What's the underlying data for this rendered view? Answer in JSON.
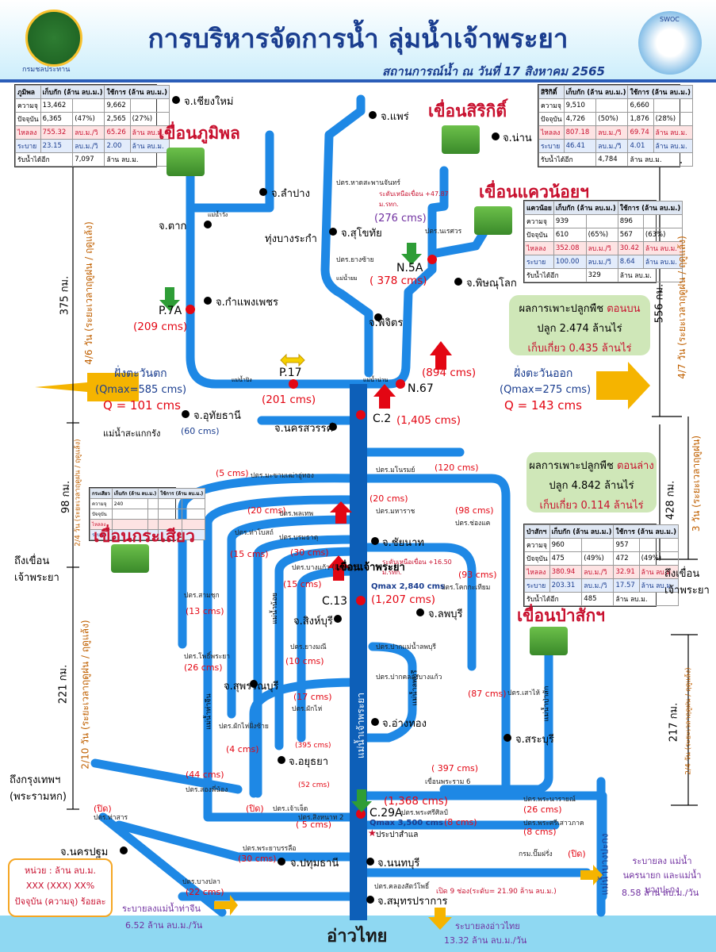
{
  "header": {
    "title": "การบริหารจัดการน้ำ ลุ่มน้ำเจ้าพระยา",
    "subtitle": "สถานการณ์น้ำ ณ วันที่ 17 สิงหาคม 2565",
    "left_logo_caption": "กรมชลประทาน",
    "right_logo_caption": "SWOC"
  },
  "dams": {
    "bhumibol": {
      "name": "เขื่อนภูมิพล",
      "head": [
        "ภูมิพล",
        "เก็บกัก (ล้าน ลบ.ม.)",
        "ใช้การ (ล้าน ลบ.ม.)"
      ],
      "rows": [
        [
          "ความจุ",
          "13,462",
          "",
          "9,662",
          ""
        ],
        [
          "ปัจจุบัน",
          "6,365",
          "(47%)",
          "2,565",
          "(27%)"
        ],
        [
          "ไหลลง",
          "755.32",
          "ลบ.ม./วิ",
          "65.26",
          "ล้าน ลบ.ม."
        ],
        [
          "ระบาย",
          "23.15",
          "ลบ.ม./วิ",
          "2.00",
          "ล้าน ลบ.ม."
        ]
      ],
      "foot": [
        "รับน้ำได้อีก",
        "7,097",
        "ล้าน ลบ.ม."
      ]
    },
    "sirikit": {
      "name": "เขื่อนสิริกิติ์",
      "head": [
        "สิริกิติ์",
        "เก็บกัก (ล้าน ลบ.ม.)",
        "ใช้การ (ล้าน ลบ.ม.)"
      ],
      "rows": [
        [
          "ความจุ",
          "9,510",
          "",
          "6,660",
          ""
        ],
        [
          "ปัจจุบัน",
          "4,726",
          "(50%)",
          "1,876",
          "(28%)"
        ],
        [
          "ไหลลง",
          "807.18",
          "ลบ.ม./วิ",
          "69.74",
          "ล้าน ลบ.ม."
        ],
        [
          "ระบาย",
          "46.41",
          "ลบ.ม./วิ",
          "4.01",
          "ล้าน ลบ.ม."
        ]
      ],
      "foot": [
        "รับน้ำได้อีก",
        "4,784",
        "ล้าน ลบ.ม."
      ]
    },
    "kwaenoi": {
      "name": "เขื่อนแควน้อยฯ",
      "head": [
        "แควน้อย",
        "เก็บกัก (ล้าน ลบ.ม.)",
        "ใช้การ (ล้าน ลบ.ม.)"
      ],
      "rows": [
        [
          "ความจุ",
          "939",
          "",
          "896",
          ""
        ],
        [
          "ปัจจุบัน",
          "610",
          "(65%)",
          "567",
          "(63%)"
        ],
        [
          "ไหลลง",
          "352.08",
          "ลบ.ม./วิ",
          "30.42",
          "ล้าน ลบ.ม."
        ],
        [
          "ระบาย",
          "100.00",
          "ลบ.ม./วิ",
          "8.64",
          "ล้าน ลบ.ม."
        ]
      ],
      "foot": [
        "รับน้ำได้อีก",
        "329",
        "ล้าน ลบ.ม."
      ]
    },
    "krasiao": {
      "name": "เขื่อนกระเสียว",
      "head": [
        "กระเสียว",
        "เก็บกัก (ล้าน ลบ.ม.)",
        "ใช้การ (ล้าน ลบ.ม.)"
      ],
      "rows": [
        [
          "ความจุ",
          "240",
          "",
          "",
          ""
        ],
        [
          "ปัจจุบัน",
          "",
          "",
          "",
          ""
        ],
        [
          "ไหลลง",
          "",
          "",
          "",
          ""
        ],
        [
          "ระบาย",
          "",
          "",
          "",
          ""
        ]
      ],
      "foot": [
        "",
        "",
        ""
      ]
    },
    "pasak": {
      "name": "เขื่อนป่าสักฯ",
      "head": [
        "ป่าสักฯ",
        "เก็บกัก (ล้าน ลบ.ม.)",
        "ใช้การ (ล้าน ลบ.ม.)"
      ],
      "rows": [
        [
          "ความจุ",
          "960",
          "",
          "957",
          ""
        ],
        [
          "ปัจจุบัน",
          "475",
          "(49%)",
          "472",
          "(49%)"
        ],
        [
          "ไหลลง",
          "380.94",
          "ลบ.ม./วิ",
          "32.91",
          "ล้าน ลบ.ม."
        ],
        [
          "ระบาย",
          "203.31",
          "ลบ.ม./วิ",
          "17.57",
          "ล้าน ลบ.ม."
        ]
      ],
      "foot": [
        "รับน้ำได้อีก",
        "485",
        "ล้าน ลบ.ม."
      ]
    }
  },
  "provinces": {
    "chiangmai": "จ.เชียงใหม่",
    "phrae": "จ.แพร่",
    "nan": "จ.น่าน",
    "lampang": "จ.ลำปาง",
    "tak": "จ.ตาก",
    "sukhothai": "จ.สุโขทัย",
    "thung_bang_rakam": "ทุ่งบางระกำ",
    "phitsanulok": "จ.พิษณุโลก",
    "kamphaengphet": "จ.กำแพงเพชร",
    "phichit": "จ.พิจิตร",
    "uthaithani": "จ.อุทัยธานี",
    "nakhonsawan": "จ.นครสวรรค์",
    "chainat": "จ.ชัยนาท",
    "singburi": "จ.สิงห์บุรี",
    "lopburi": "จ.ลพบุรี",
    "suphanburi": "จ.สุพรรณบุรี",
    "angthong": "จ.อ่างทอง",
    "saraburi": "จ.สระบุรี",
    "ayutthaya": "จ.อยุธยา",
    "pathumthani": "จ.ปทุมธานี",
    "nonthaburi": "จ.นนทบุรี",
    "nakhonpathom": "จ.นครปฐม",
    "samutprakan": "จ.สมุทรปราการ"
  },
  "stations": {
    "p7a": "P.7A",
    "p17": "P.17",
    "n5a": "N.5A",
    "n67": "N.67",
    "c2": "C.2",
    "c13": "C.13",
    "c29a": "C.29A"
  },
  "flows": {
    "p7a": "(209 cms)",
    "p17": "(201 cms)",
    "n5a": "( 378 cms)",
    "n67": "(894 cms)",
    "c2": "(1,405 cms)",
    "c13": "(1,207 cms)",
    "c29a": "(1,368 cms)",
    "naresuan": "(276 cms)",
    "sakaekrang": "(60 cms)",
    "makhamtao": "(5 cms)",
    "manorom": "(120 cms)",
    "borommathat": "(20 cms)",
    "phonlathep": "(20 cms)",
    "tha_bot": "(15 cms)",
    "borommathat2": "(30 cms)",
    "chong_khae": "(98 cms)",
    "khok_kathiam": "(93 cms)",
    "bang_kaeo": "(15 cms)",
    "sam_chuk": "(13 cms)",
    "yang_mani": "(10 cms)",
    "phopraya": "(26 cms)",
    "pak_hai": "(17 cms)",
    "phak_hai_w": "(4 cms)",
    "rama6": "( 397 cms)",
    "songphinong": "(44 cms)",
    "chao_chet": "(ปิด)",
    "sing_na_khon": "( 5 cms)",
    "tha_san": "(ปิด)",
    "phra_ya_banlue": "(30 cms)",
    "bang_pla": "(22 cms)",
    "phra_narai": "(26 cms)",
    "phra_sri_sin": "(8 cms)",
    "phra_sri_sao": "(8 cms)",
    "bang_khlo": "(ปิด)",
    "ch_395": "(395 cms)",
    "ch_52": "(52 cms)",
    "sinsawat": "(87 cms)"
  },
  "structures": {
    "hat_saphan": "ปตร.หาดสะพานจันทร์",
    "naresuan": "ปตร.นเรศวร",
    "yang_sai": "ปตร.ยางซ้าย",
    "makhamtao": "ปตร.มะขามเฒ่าอู่ทอง",
    "manorom": "ปตร.มโนรมย์",
    "maharat": "ปตร.มหาราช",
    "phonlathep": "ปตร.พลเทพ",
    "chong_khae": "ปตร.ช่องแค",
    "tha_bot": "ปตร.ท่าโบสถ์",
    "borommathat": "ปตร.บรมธาตุ",
    "bang_kaeo": "ปตร.บางแก้ว (อินทร์บุรี)",
    "khok_kathiam": "ปตร.โคกกะเทียม",
    "sam_chuk": "ปตร.สามชุก",
    "yang_mani": "ปตร.ยางมณี",
    "pak_pasak": "ปตร.ปากแม่น้ำลพบุรี",
    "phopraya": "ปตร.โพธิ์พระยา",
    "pak_bang_kaew": "ปตร.ปากคลองบางแก้ว",
    "phak_hai": "ปตร.ผักไห่",
    "phak_hai_w": "ปตร.ผักไห่ฝั่งซ้าย",
    "sao_hai": "ปตร.เสาไห้",
    "rama6": "เขื่อนพระราม 6",
    "songphinong": "ปตร.สองพี่น้อง",
    "phra_narai": "ปตร.พระนารายณ์",
    "chao_chet": "ปตร.เจ้าเจ็ด",
    "sing_na_khon": "ปตร.สิงหนาท 2",
    "phra_sri_sin": "ปตร.พระศรีศิลป์",
    "tha_san": "ปตร.ท่าสาร",
    "phra_ya_banlue": "ปตร.พระยาบรรลือ",
    "phra_sri_sao": "ปตร.พระศรีเสาวภาค",
    "bang_pla": "ปตร.บางปลา",
    "khlong_sapphasit": "ปตร.คลองสัตว์โพธิ์",
    "pump_station": "กรม.ปั๊มฝรั่ง",
    "prapha": "ประปาสำแล",
    "chao_phraya_dam": "เขื่อนเจ้าพระยา"
  },
  "rivers": {
    "ping": "แม่น้ำปิง",
    "nan": "แม่น้ำน่าน",
    "yom": "แม่น้ำยม",
    "wang": "แม่น้ำวัง",
    "sakaekrang": "แม่น้ำสะแกกรัง",
    "chao_phraya": "แม่น้ำเจ้าพระยา",
    "tha_chin": "แม่น้ำท่าจีน",
    "noi": "แม่น้ำน้อย",
    "lopburi": "แม่น้ำลพบุรี",
    "pasak": "แม่น้ำป่าสัก",
    "bang_pakong": "แม่น้ำบางปะกง"
  },
  "notes": {
    "naresuan_level": "ระดับเหนือเขื่อน +47.87 ม.รทก.",
    "chaophraya_level": "ระดับเหนือเขื่อน +16.50 ม.รทก.",
    "chao_qmax": "Qmax 2,840 cms",
    "c29a_qmax": "Qmax 3,500 cms",
    "gate_open": "เปิด 9 ช่อง(ระดับ= 21.90 ล้าน ลบ.ม.)"
  },
  "west": {
    "title": "ฝั่งตะวันตก",
    "qmax": "(Qmax=585 cms)",
    "q": "Q = 101 cms"
  },
  "east": {
    "title": "ฝั่งตะวันออก",
    "qmax": "(Qmax=275 cms)",
    "q": "Q = 143 cms"
  },
  "crops_upper": {
    "title": "ผลการเพาะปลูกพืช",
    "tag": "ตอนบน",
    "plant": "ปลูก 2.474 ล้านไร่",
    "harvest": "เก็บเกี่ยว 0.435 ล้านไร่"
  },
  "crops_lower": {
    "title": "ผลการเพาะปลูกพืช",
    "tag": "ตอนล่าง",
    "plant": "ปลูก 4.842 ล้านไร่",
    "harvest": "เก็บเกี่ยว 0.114 ล้านไร่"
  },
  "distances": {
    "left_375": "375 กม.",
    "left_375_days": "4/6 วัน (ระยะเวลาฤดูฝน / ฤดูแล้ง)",
    "left_98": "98 กม.",
    "left_98_days": "2/4 วัน (ระยะเวลาฤดูฝน / ฤดูแล้ง)",
    "left_221": "221 กม.",
    "left_221_days": "2/10 วัน (ระยะเวลาฤดูฝน / ฤดูแล้ง)",
    "right_556": "556 กม.",
    "right_556_days": "4/7 วัน (ระยะเวลาฤดูฝน / ฤดูแล้ง)",
    "right_428": "428 กม.",
    "right_428_days": "3 วัน (ระยะเวลาฤดูฝน)",
    "right_217": "217 กม.",
    "right_217_days": "2/4 วัน (ระยะเวลาฤดูฝน / ฤดูแล้ง)",
    "to_chaophraya_left": "ถึงเขื่อน เจ้าพระยา",
    "to_chaophraya_right": "ถึงเขื่อน เจ้าพระยา",
    "to_bangkok": "ถึงกรุงเทพฯ (พระรามหก)"
  },
  "legend": {
    "unit": "หน่วย : ล้าน ลบ.ม.",
    "fmt": "XXX (XXX) XX%",
    "desc": "ปัจจุบัน (ความจุ) ร้อยละ"
  },
  "outflows": {
    "tachin_label": "ระบายลงแม่น้ำท่าจีน",
    "tachin_val": "6.52 ล้าน ลบ.ม./วัน",
    "gulf_label": "ระบายลงอ่าวไทย",
    "gulf_val": "13.32 ล้าน ลบ.ม./วัน",
    "east_label": "ระบายลง แม่น้ำนครนายก และแม่น้ำบางปะกง",
    "east_val": "8.58 ล้าน ลบ.ม./วัน"
  },
  "sea": "อ่าวไทย",
  "colors": {
    "river": "#1e88e5",
    "river_light": "#3aa3e8",
    "main_river": "#0d5fb8",
    "station": "#e30613",
    "arrow": "#f5b400",
    "dam_name": "#c8102e"
  }
}
